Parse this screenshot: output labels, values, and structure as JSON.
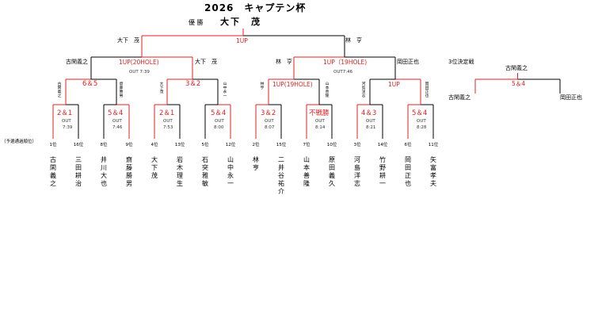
{
  "title": "2026　キャプテン杯",
  "champion": {
    "tag": "優 勝",
    "name": "大下　茂"
  },
  "final": {
    "score": "1UP",
    "left": "大下　茂",
    "right": "林　亨"
  },
  "semifinals": [
    {
      "score": "1UP(20HOLE)",
      "time": "OUT 7:39",
      "left": "古閑義之",
      "right": "大下　茂"
    },
    {
      "score": "1UP（19HOLE)",
      "time": "OUT7:46",
      "left": "林　亨",
      "right": "岡田正也"
    }
  ],
  "quarterfinals": [
    {
      "score": "6＆5",
      "left": "古閑義之",
      "right": "齋藤勝男"
    },
    {
      "score": "3＆2",
      "left": "大下茂",
      "right": "山中永一"
    },
    {
      "score": "1UP(19HOLE)",
      "left": "林亨",
      "right": "山本善隆"
    },
    {
      "score": "1UP",
      "left": "河島洋志",
      "right": "岡田正也"
    }
  ],
  "round1": [
    {
      "score": "2＆1",
      "out": "OUT",
      "time": "7:39"
    },
    {
      "score": "5＆4",
      "out": "OUT",
      "time": "7:46"
    },
    {
      "score": "2＆1",
      "out": "OUT",
      "time": "7:53"
    },
    {
      "score": "5＆4",
      "out": "OUT",
      "time": "8:00"
    },
    {
      "score": "3＆2",
      "out": "OUT",
      "time": "8:07"
    },
    {
      "score": "不戦勝",
      "out": "OUT",
      "time": "8:14"
    },
    {
      "score": "4＆3",
      "out": "OUT",
      "time": "8:21"
    },
    {
      "score": "5＆4",
      "out": "OUT",
      "time": "8:28"
    }
  ],
  "qualifying_label": "（予選通過順位）",
  "players": [
    {
      "seed": "1位",
      "name": "古閑義之"
    },
    {
      "seed": "16位",
      "name": "三田耕治"
    },
    {
      "seed": "8位",
      "name": "井川大也"
    },
    {
      "seed": "9位",
      "name": "齋藤勝男"
    },
    {
      "seed": "4位",
      "name": "大下　茂"
    },
    {
      "seed": "13位",
      "name": "岩木理生"
    },
    {
      "seed": "5位",
      "name": "石突雅敏"
    },
    {
      "seed": "12位",
      "name": "山中永一"
    },
    {
      "seed": "2位",
      "name": "林　亨"
    },
    {
      "seed": "15位",
      "name": "二井谷祐介"
    },
    {
      "seed": "7位",
      "name": "山本善隆"
    },
    {
      "seed": "10位",
      "name": "原田義久"
    },
    {
      "seed": "3位",
      "name": "河島洋志"
    },
    {
      "seed": "14位",
      "name": "竹野耕一"
    },
    {
      "seed": "6位",
      "name": "岡田正也"
    },
    {
      "seed": "11位",
      "name": "矢富孝夫"
    }
  ],
  "third_place": {
    "label": "3位決定戦",
    "winner": "古閑義之",
    "score": "5＆4",
    "left": "古閑義之",
    "right": "岡田正也"
  },
  "colors": {
    "winner_line": "#e02020",
    "loser_line": "#000000",
    "score_text": "#e02020"
  }
}
